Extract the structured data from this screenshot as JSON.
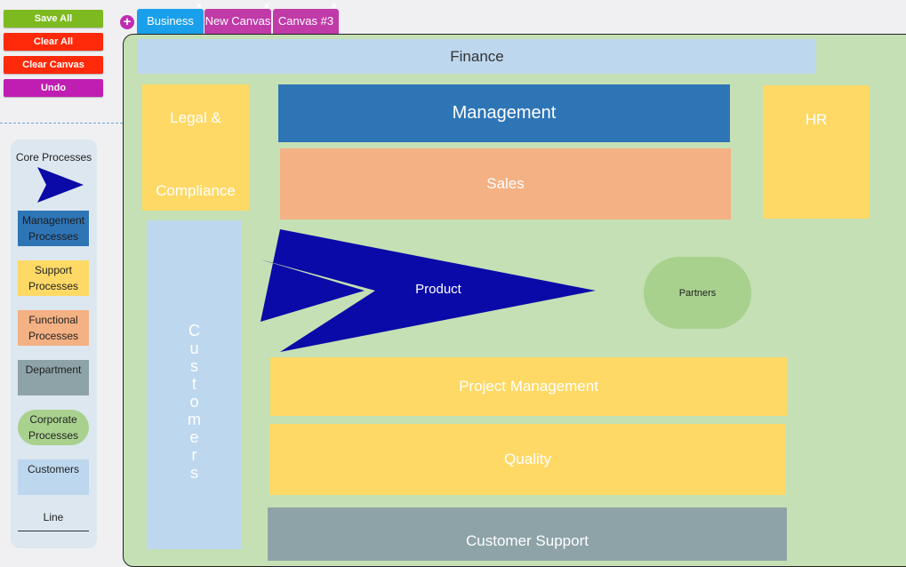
{
  "toolbar": {
    "save_all": "Save All",
    "clear_all": "Clear All",
    "clear_canvas": "Clear Canvas",
    "undo": "Undo"
  },
  "palette": {
    "core_processes": "Core Processes",
    "management_processes": "Management Processes",
    "support_processes": "Support Processes",
    "functional_processes": "Functional Processes",
    "department": "Department",
    "corporate_processes": "Corporate Processes",
    "customers": "Customers",
    "line": "Line"
  },
  "tabs": [
    {
      "label": "Business",
      "close": "×"
    },
    {
      "label": "New Canvas",
      "close": "×"
    },
    {
      "label": "Canvas #3",
      "close": "×"
    }
  ],
  "add_tab": "+",
  "canvas": {
    "finance": "Finance",
    "legal_line1": "Legal &",
    "legal_line2": "Compliance",
    "management": "Management",
    "hr": "HR",
    "sales": "Sales",
    "customers": "Customers",
    "product": "Product",
    "partners": "Partners",
    "project_management": "Project Management",
    "quality": "Quality",
    "customer_support": "Customer Support"
  },
  "colors": {
    "save": "#7dba1f",
    "clear": "#ff2a0a",
    "undo": "#c01db2",
    "tab_active": "#1aa0ea",
    "tab_inactive": "#c03aa8",
    "canvas_bg": "#c5e0b4",
    "management": "#2e75b6",
    "support": "#ffd966",
    "functional": "#f4b183",
    "department": "#8ea3a8",
    "corporate": "#a9d18e",
    "customers": "#bdd7ee",
    "core": "#0a0aa8"
  }
}
